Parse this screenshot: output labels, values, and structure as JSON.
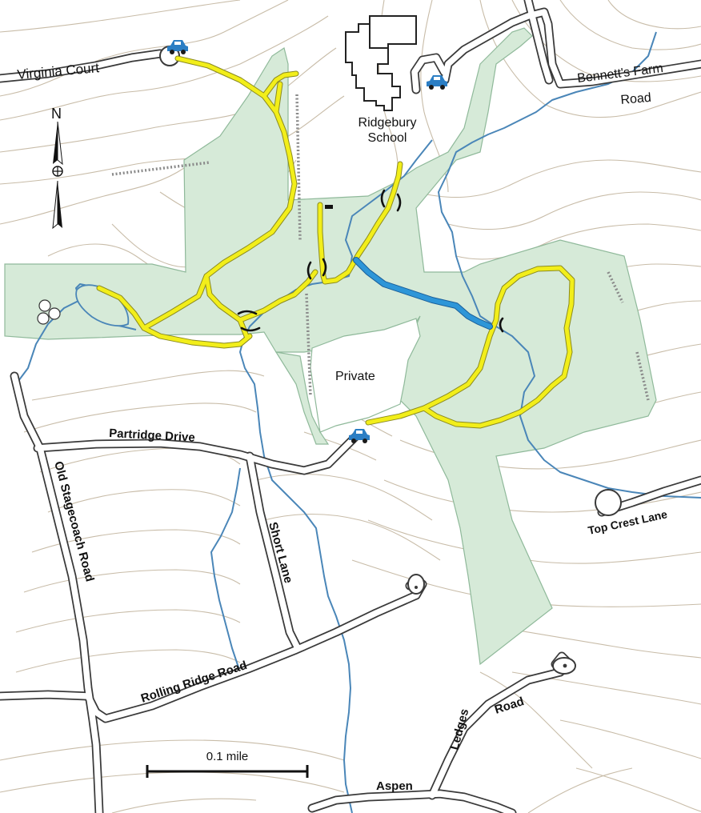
{
  "roads": {
    "virginia_court": "Virginia Court",
    "bennetts_farm": "Bennett's Farm",
    "bennetts_farm_road": "Road",
    "partridge_drive": "Partridge Drive",
    "old_stagecoach": "Old Stagecoach Road",
    "short_lane": "Short Lane",
    "rolling_ridge": "Rolling Ridge Road",
    "top_crest": "Top Crest Lane",
    "ledges": "Ledges",
    "ledges_road": "Road",
    "aspen": "Aspen"
  },
  "places": {
    "school_line1": "Ridgebury",
    "school_line2": "School",
    "private": "Private"
  },
  "compass": {
    "north_label": "N"
  },
  "scale_bar": {
    "label": "0.1 mile"
  },
  "icons": {
    "parking": "car-icon",
    "compass": "north-arrow-icon",
    "bridge": "bridge-icon",
    "pond": "pond-icon",
    "boulders": "boulder-icon"
  },
  "colors": {
    "preserve": "#d6ead8",
    "trail_yellow": "#f2ee1a",
    "trail_blue": "#2e96d8",
    "stream": "#4a86b8",
    "contour": "#c8bca8",
    "parking": "#2b7ec4"
  }
}
